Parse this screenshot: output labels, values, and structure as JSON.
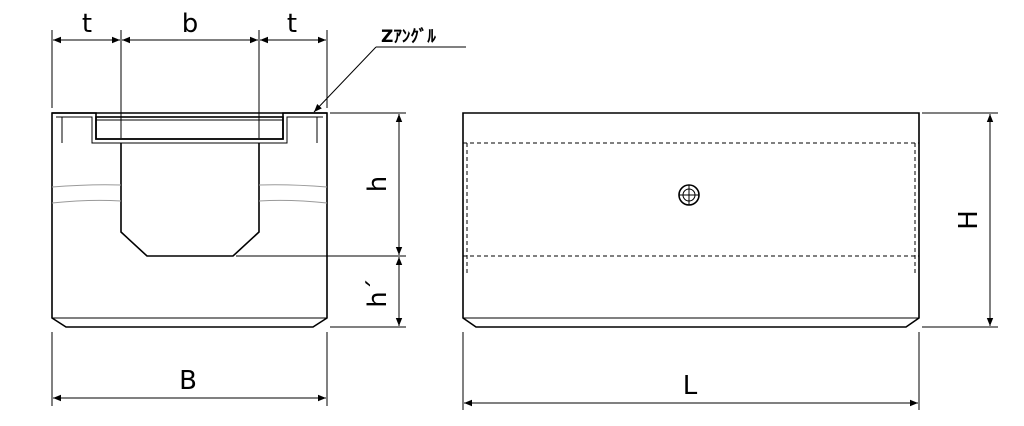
{
  "labels": {
    "t_left": "t",
    "b": "b",
    "t_right": "t",
    "angle_note": "Zｱﾝｸﾞﾙ",
    "h": "h",
    "h_prime": "h´",
    "B": "B",
    "L": "L",
    "H": "H"
  }
}
